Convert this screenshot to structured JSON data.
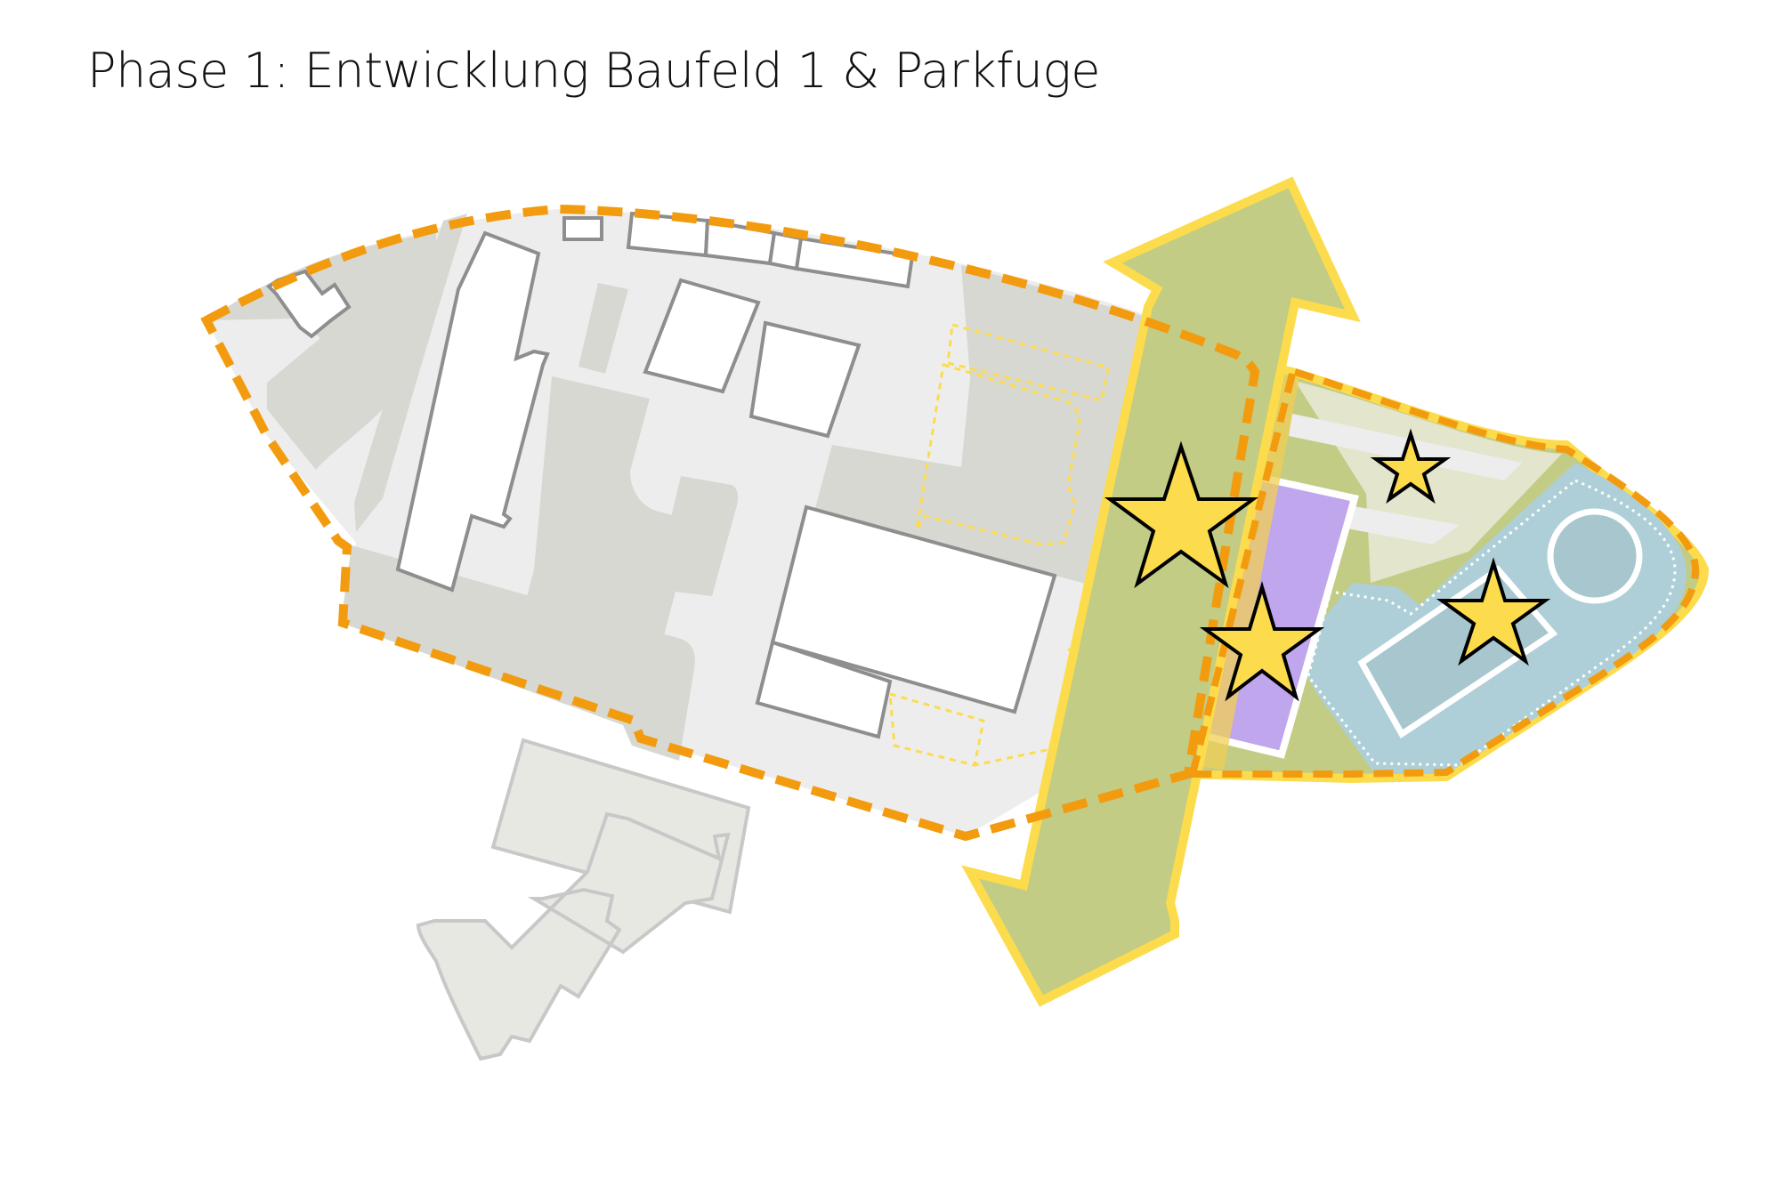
{
  "title": "Phase 1: Entwicklung Baufeld 1 & Parkfuge",
  "colors": {
    "background": "#ffffff",
    "title_text": "#111111",
    "site_boundary_dashed": "#f39b0f",
    "phase_area_outline": "#fcdc4c",
    "green_corridor": "#c2cc85",
    "corridor_outline": "#fcdc4c",
    "building_outline": "#8e8e8e",
    "building_fill": "#ffffff",
    "open_ground": "#ededed",
    "vegetation_gray": "#d8d8d2",
    "outside_lots": "#e8e8e3",
    "outside_lots_outline": "#c8c8c8",
    "planned_building_outline": "#fcdc4c",
    "baufeld_purple": "#c0a6ec",
    "water_blue": "#aecfd7",
    "striped_light": "#e3e5cc",
    "star_fill": "#fcdc4c",
    "star_outline": "#000000"
  },
  "legend_semantics": {
    "orange_dashed_line": "site-boundary",
    "yellow_outline_area": "phase-1-development-area",
    "green_double_arrow": "parkfuge-green-corridor",
    "purple_rectangle": "baufeld-1-building-plot",
    "blue_area": "water-play-area",
    "yellow_stars": "key-locations"
  },
  "markers": {
    "stars": [
      {
        "id": "star-corridor",
        "size": "large"
      },
      {
        "id": "star-baufeld",
        "size": "medium"
      },
      {
        "id": "star-striped-lawn",
        "size": "small"
      },
      {
        "id": "star-water-area",
        "size": "medium"
      }
    ]
  }
}
